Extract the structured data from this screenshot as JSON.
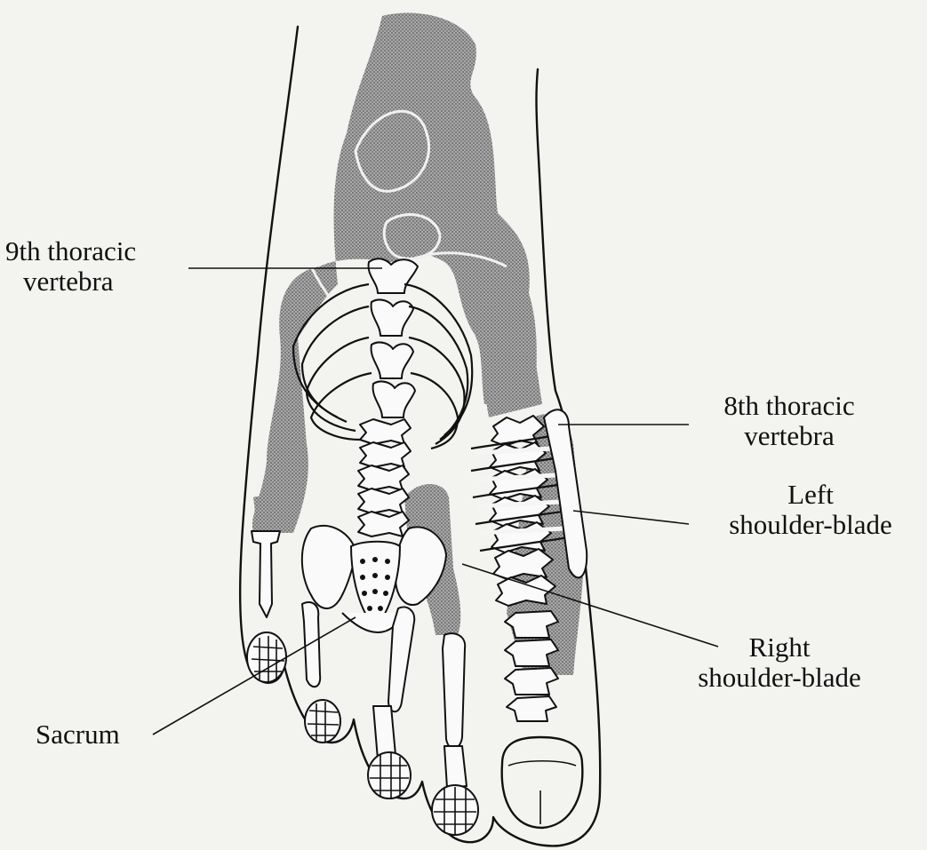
{
  "labels": {
    "ninth_thoracic": [
      "9th thoracic",
      "vertebra"
    ],
    "eighth_thoracic": [
      "8th thoracic",
      "vertebra"
    ],
    "left_shoulder": [
      "Left",
      "shoulder-blade"
    ],
    "right_shoulder": [
      "Right",
      "shoulder-blade"
    ],
    "sacrum": "Sacrum"
  },
  "colors": {
    "ink": "#111111",
    "paper": "#f3f3f0",
    "shading": "#8a8a8a"
  }
}
